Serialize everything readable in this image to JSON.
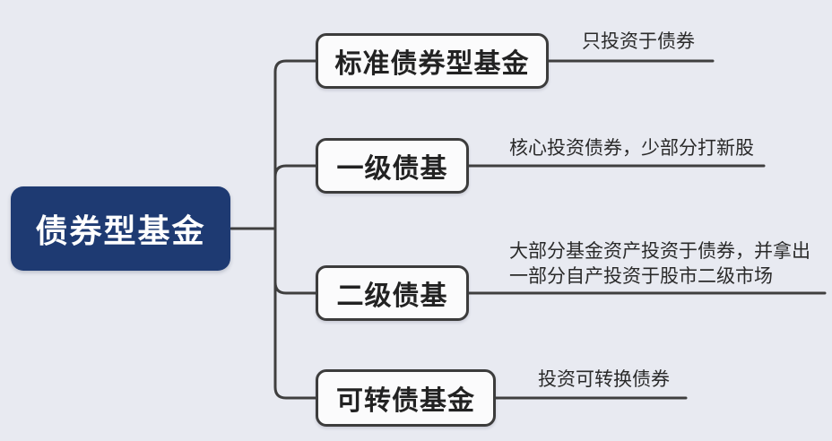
{
  "diagram": {
    "type": "mindmap",
    "root": {
      "label": "债券型基金"
    },
    "branches": [
      {
        "label": "标准债券型基金",
        "note": "只投资于债券"
      },
      {
        "label": "一级债基",
        "note": "核心投资债券，少部分打新股"
      },
      {
        "label": "二级债基",
        "note": "大部分基金资产投资于债券，并拿出\n一部分自产投资于股市二级市场"
      },
      {
        "label": "可转债基金",
        "note": "投资可转换债券"
      }
    ],
    "colors": {
      "background": "#e8eaf1",
      "root_fill": "#1e3a72",
      "root_text": "#ffffff",
      "node_fill": "#fbfbfc",
      "node_border": "#3c3c3c",
      "line": "#3f3f3f",
      "text": "#2a2a2a"
    }
  }
}
